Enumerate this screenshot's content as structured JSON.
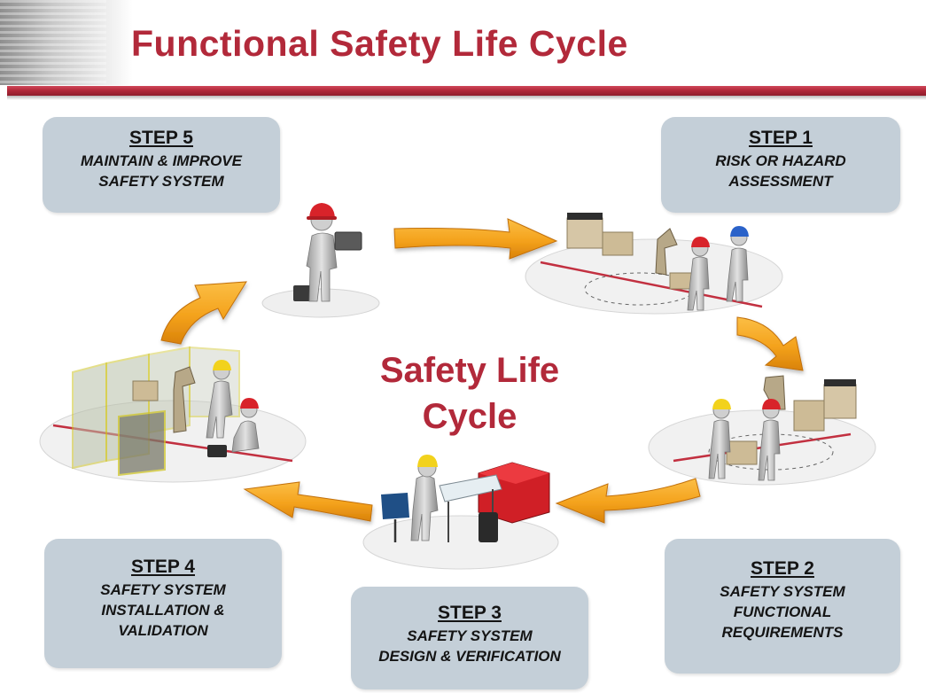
{
  "header": {
    "title": "Functional Safety Life Cycle"
  },
  "center": {
    "line1": "Safety Life",
    "line2": "Cycle"
  },
  "steps": {
    "step1": {
      "title": "STEP 1",
      "lines": [
        "RISK OR HAZARD",
        "ASSESSMENT"
      ]
    },
    "step2": {
      "title": "STEP 2",
      "lines": [
        "SAFETY SYSTEM",
        "FUNCTIONAL",
        "REQUIREMENTS"
      ]
    },
    "step3": {
      "title": "STEP 3",
      "lines": [
        "SAFETY SYSTEM",
        "DESIGN & VERIFICATION"
      ]
    },
    "step4": {
      "title": "STEP 4",
      "lines": [
        "SAFETY SYSTEM",
        "INSTALLATION &",
        "VALIDATION"
      ]
    },
    "step5": {
      "title": "STEP 5",
      "lines": [
        "MAINTAIN & IMPROVE",
        "SAFETY SYSTEM"
      ]
    }
  },
  "colors": {
    "title_red": "#b2293a",
    "arrow_orange": "#f4a21c",
    "box_fill": "#c4cfd8",
    "hard_hat_red": "#d8232a",
    "hard_hat_yellow": "#f2d21c",
    "hard_hat_blue": "#2a62c9"
  },
  "illustrations": {
    "step1": "workers-at-robot-cell",
    "step2": "workers-reviewing-machine",
    "step3": "engineer-at-drafting-table",
    "step4": "workers-installing-safety-fence",
    "step5": "technician-with-laptop-and-toolbox"
  }
}
